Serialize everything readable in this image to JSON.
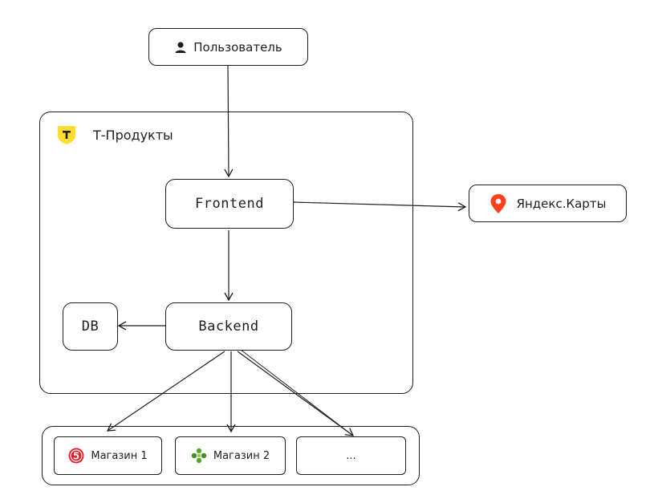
{
  "user": {
    "label": "Пользователь",
    "icon": "user-icon"
  },
  "group": {
    "title": "Т-Продукты",
    "icon": "t-bank-logo-icon"
  },
  "frontend": {
    "label": "Frontend"
  },
  "backend": {
    "label": "Backend"
  },
  "db": {
    "label": "DB"
  },
  "maps": {
    "label": "Яндекс.Карты",
    "icon": "map-pin-icon"
  },
  "shops": [
    {
      "label": "Магазин 1",
      "icon": "pyaterochka-icon"
    },
    {
      "label": "Магазин 2",
      "icon": "perekrestok-icon"
    },
    {
      "label": "..."
    }
  ],
  "colors": {
    "stroke": "#1e1e1e",
    "t_logo": "#ffdd2d",
    "maps_pin": "#fc3f1d",
    "shop1": "#e31e24",
    "shop2": "#5aa62a"
  }
}
